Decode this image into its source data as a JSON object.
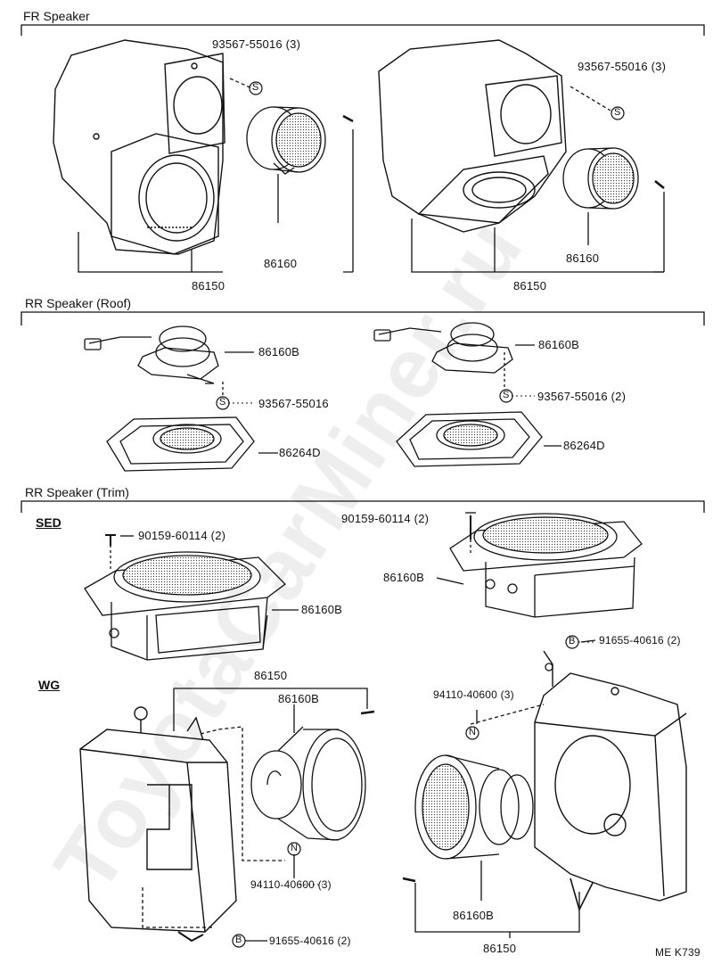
{
  "sections": {
    "fr": "FR Speaker",
    "rr_roof": "RR Speaker (Roof)",
    "rr_trim": "RR Speaker (Trim)"
  },
  "subsections": {
    "sed": "SED",
    "wg": "WG"
  },
  "labels": {
    "fr_l_screw": "93567-55016 (3)",
    "fr_l_speaker": "86160",
    "fr_l_box": "86150",
    "fr_r_screw": "93567-55016 (3)",
    "fr_r_speaker": "86160",
    "fr_r_box": "86150",
    "roof_l_speaker": "86160B",
    "roof_l_screw": "93567-55016",
    "roof_l_cover": "86264D",
    "roof_r_speaker": "86160B",
    "roof_r_screw": "93567-55016 (2)",
    "roof_r_cover": "86264D",
    "sed_l_bolt": "90159-60114 (2)",
    "sed_l_speaker": "86160B",
    "sed_r_bolt": "90159-60114 (2)",
    "sed_r_speaker": "86160B",
    "wg_l_box": "86150",
    "wg_l_speaker": "86160B",
    "wg_l_nut": "94110-40600 (3)",
    "wg_l_bolt": "91655-40616 (2)",
    "wg_r_bolt": "91655-40616 (2)",
    "wg_r_nut": "94110-40600 (3)",
    "wg_r_speaker": "86160B",
    "wg_r_box": "86150"
  },
  "markers": {
    "s": "S",
    "n": "N",
    "b": "B"
  },
  "figure_code": "ME K739",
  "watermark": "ToyotaCarMiner.ru"
}
